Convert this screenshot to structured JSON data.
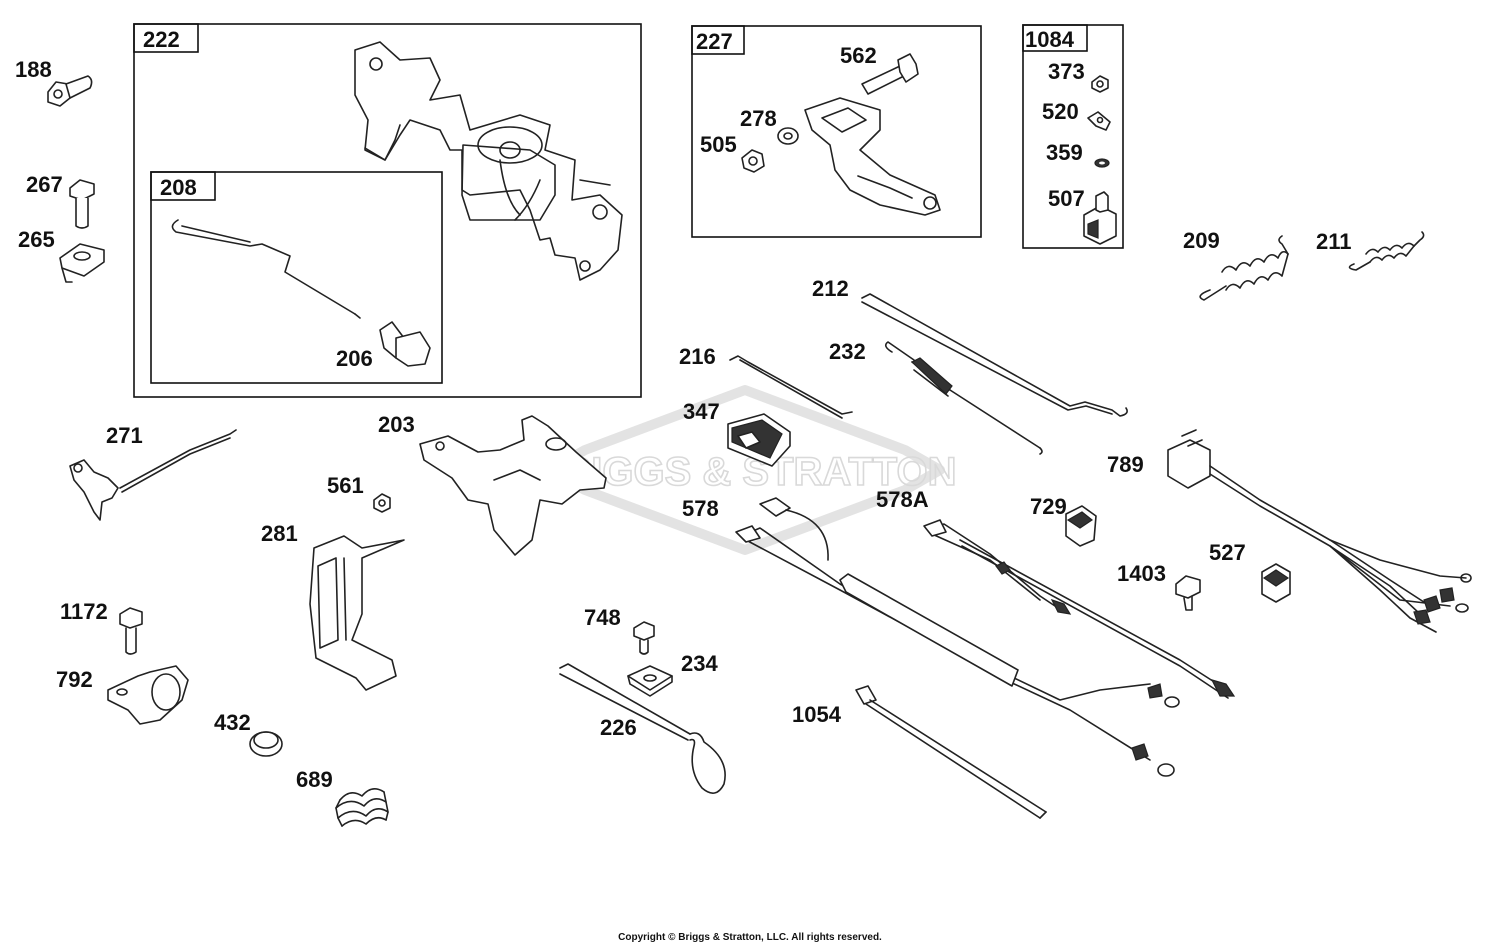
{
  "watermark": "BRIGGS & STRATTON",
  "copyright": "Copyright © Briggs & Stratton, LLC. All rights reserved.",
  "boxes": {
    "b222": "222",
    "b208": "208",
    "b227": "227",
    "b1084": "1084"
  },
  "parts": {
    "p188": "188",
    "p267": "267",
    "p265": "265",
    "p206": "206",
    "p562": "562",
    "p278": "278",
    "p505": "505",
    "p373": "373",
    "p520": "520",
    "p359": "359",
    "p507": "507",
    "p209": "209",
    "p211": "211",
    "p212": "212",
    "p232": "232",
    "p216": "216",
    "p347": "347",
    "p271": "271",
    "p203": "203",
    "p561": "561",
    "p281": "281",
    "p578": "578",
    "p578A": "578A",
    "p729": "729",
    "p789": "789",
    "p527": "527",
    "p1403": "1403",
    "p1172": "1172",
    "p792": "792",
    "p748": "748",
    "p234": "234",
    "p226": "226",
    "p432": "432",
    "p689": "689",
    "p1054": "1054"
  }
}
